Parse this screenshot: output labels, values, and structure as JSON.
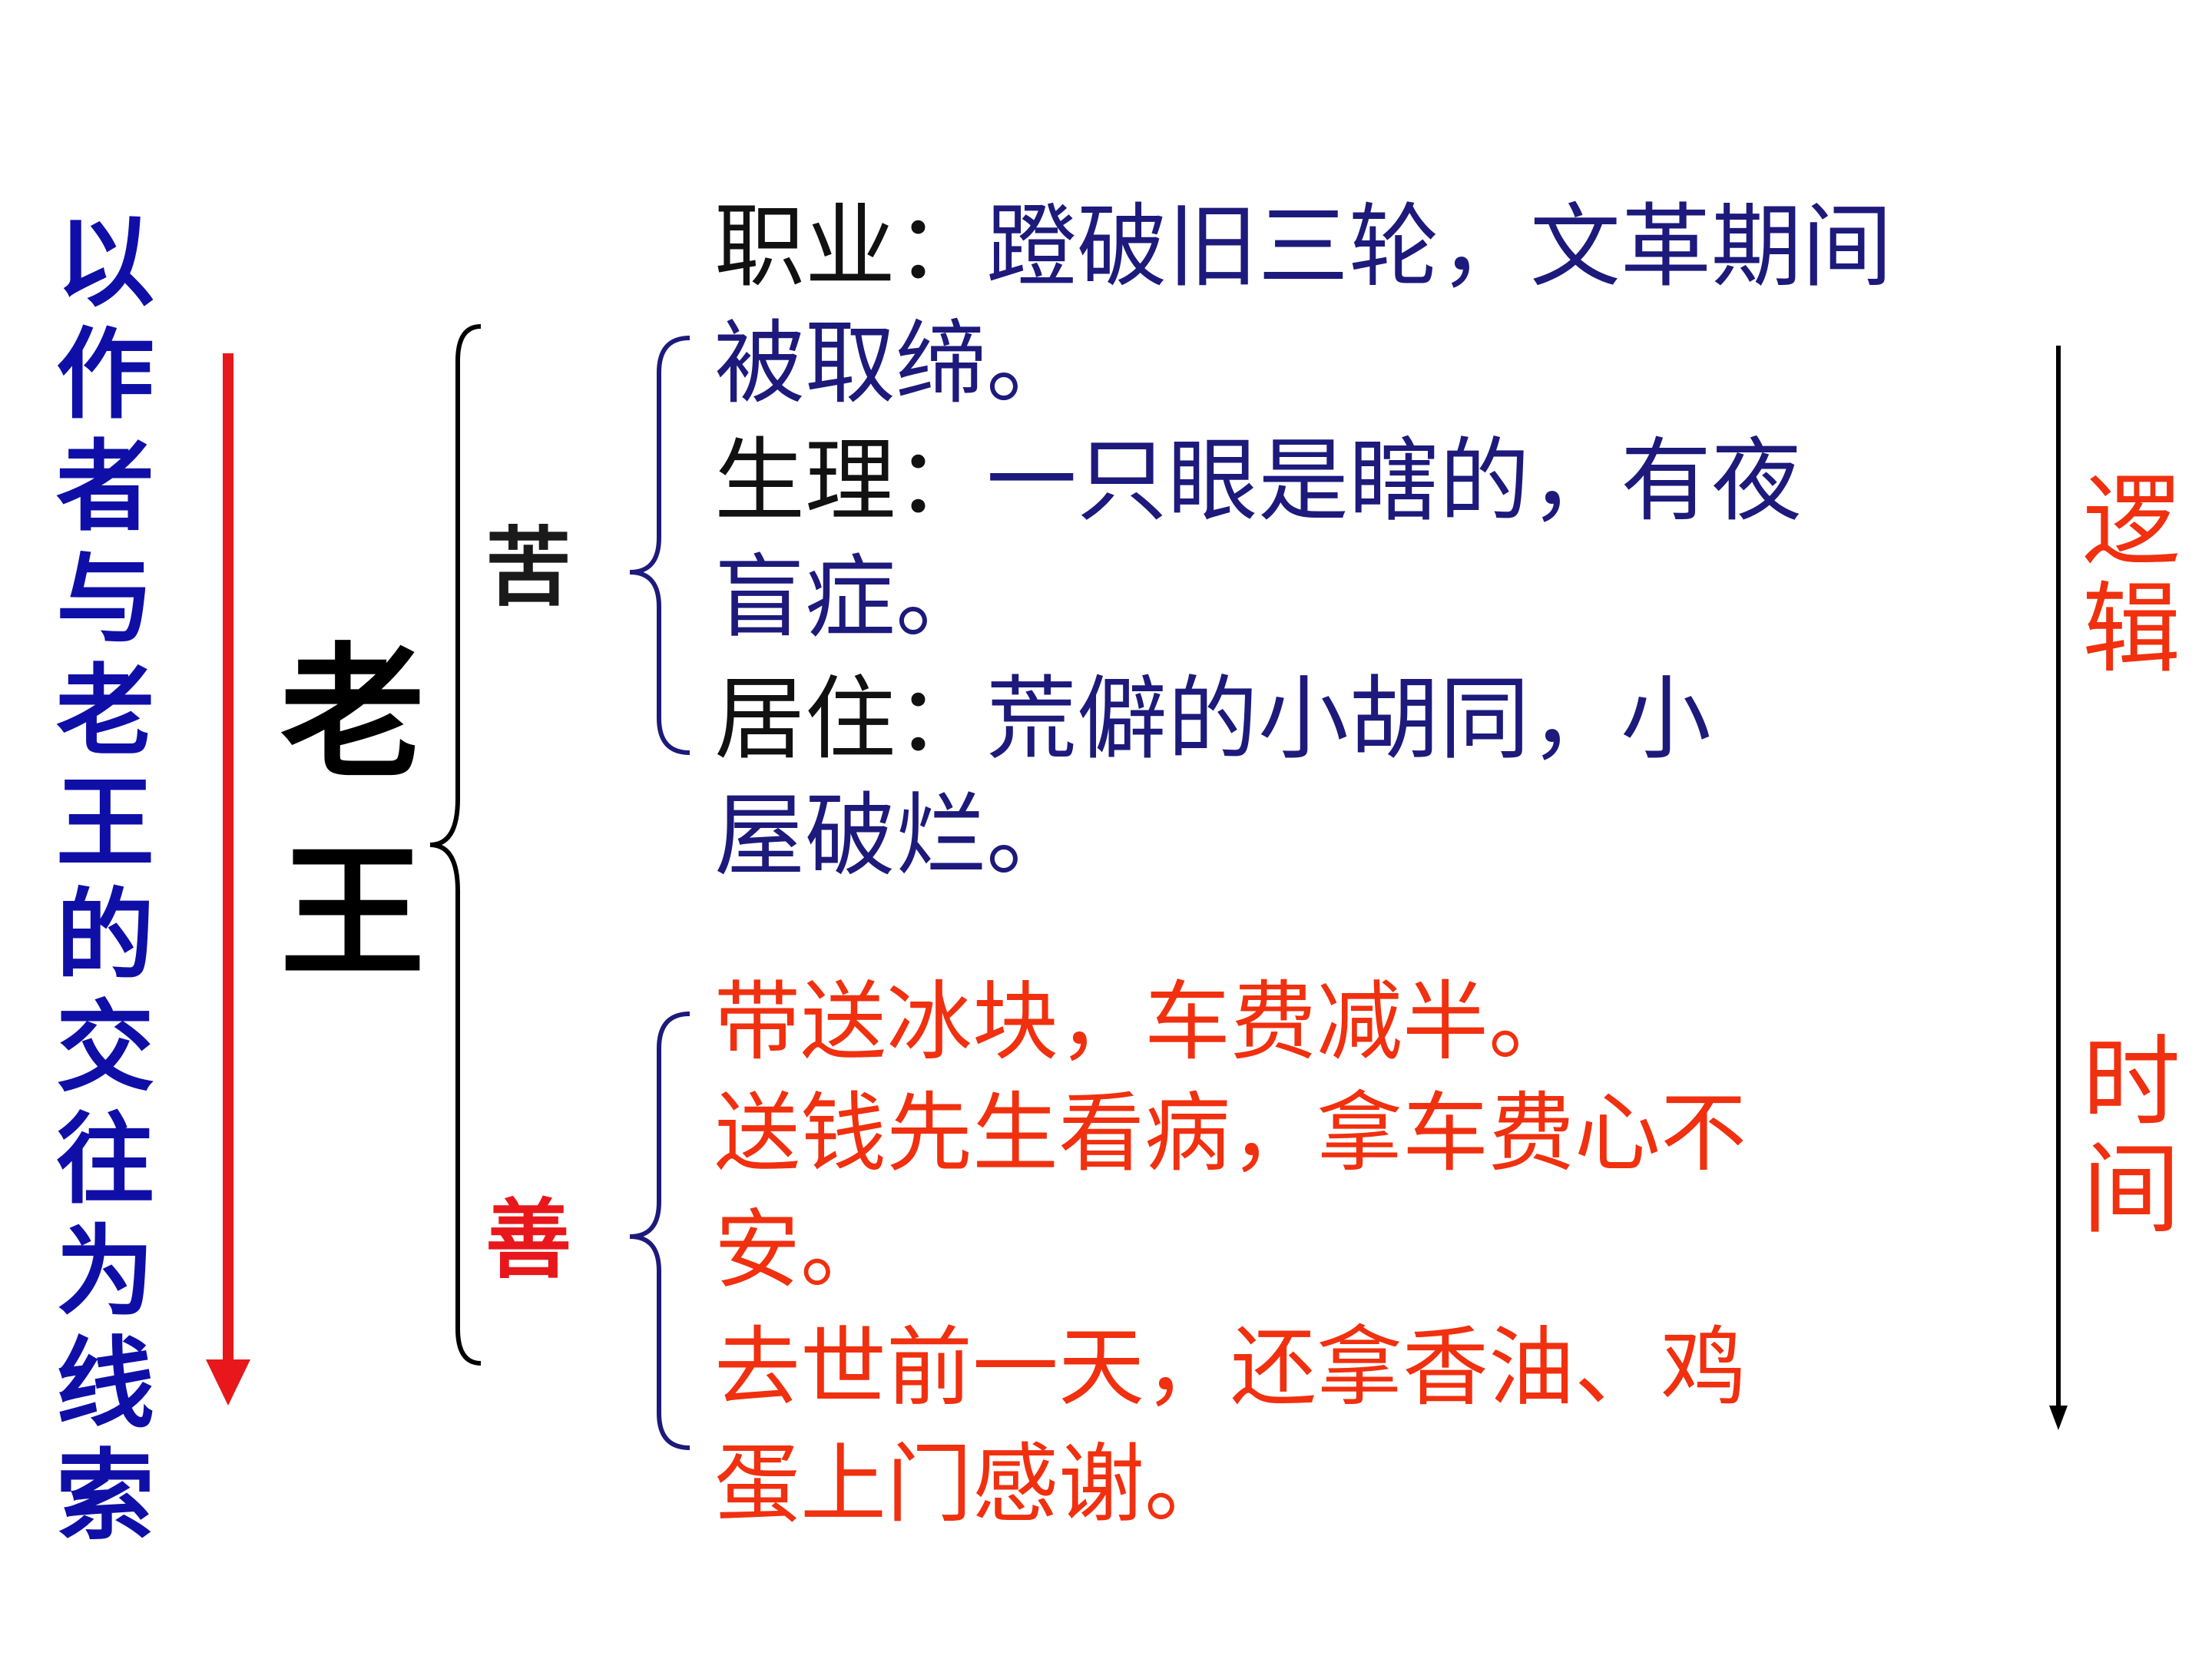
{
  "left_clue": [
    "以",
    "作",
    "者",
    "与",
    "老",
    "王",
    "的",
    "交",
    "往",
    "为",
    "线",
    "索"
  ],
  "title_chars": [
    "老",
    "王"
  ],
  "categories": {
    "ku": "苦",
    "shan": "善"
  },
  "details": [
    {
      "prefix": "职业：",
      "lines": [
        "蹬破旧三轮，文革期间",
        "被取缔。"
      ]
    },
    {
      "prefix": "生理：",
      "lines": [
        "一只眼是瞎的，有夜",
        "盲症。"
      ]
    },
    {
      "prefix": "居住：",
      "lines": [
        "荒僻的小胡同，小",
        "屋破烂。"
      ]
    }
  ],
  "good_deeds": [
    {
      "lines": [
        "带送冰块，车费减半。"
      ]
    },
    {
      "lines": [
        "送钱先生看病，拿车费心不",
        "安。"
      ]
    },
    {
      "lines": [
        "去世前一天，还拿香油、鸡",
        "蛋上门感谢。"
      ]
    }
  ],
  "right_labels": {
    "logic": [
      "逻",
      "辑"
    ],
    "time": [
      "时",
      "间"
    ]
  },
  "colors": {
    "left_clue": "#0f0fa8",
    "arrow_left": "#e8171c",
    "detail_body": "#1d1a7c",
    "good_text": "#f0300f",
    "title": "#000000"
  }
}
